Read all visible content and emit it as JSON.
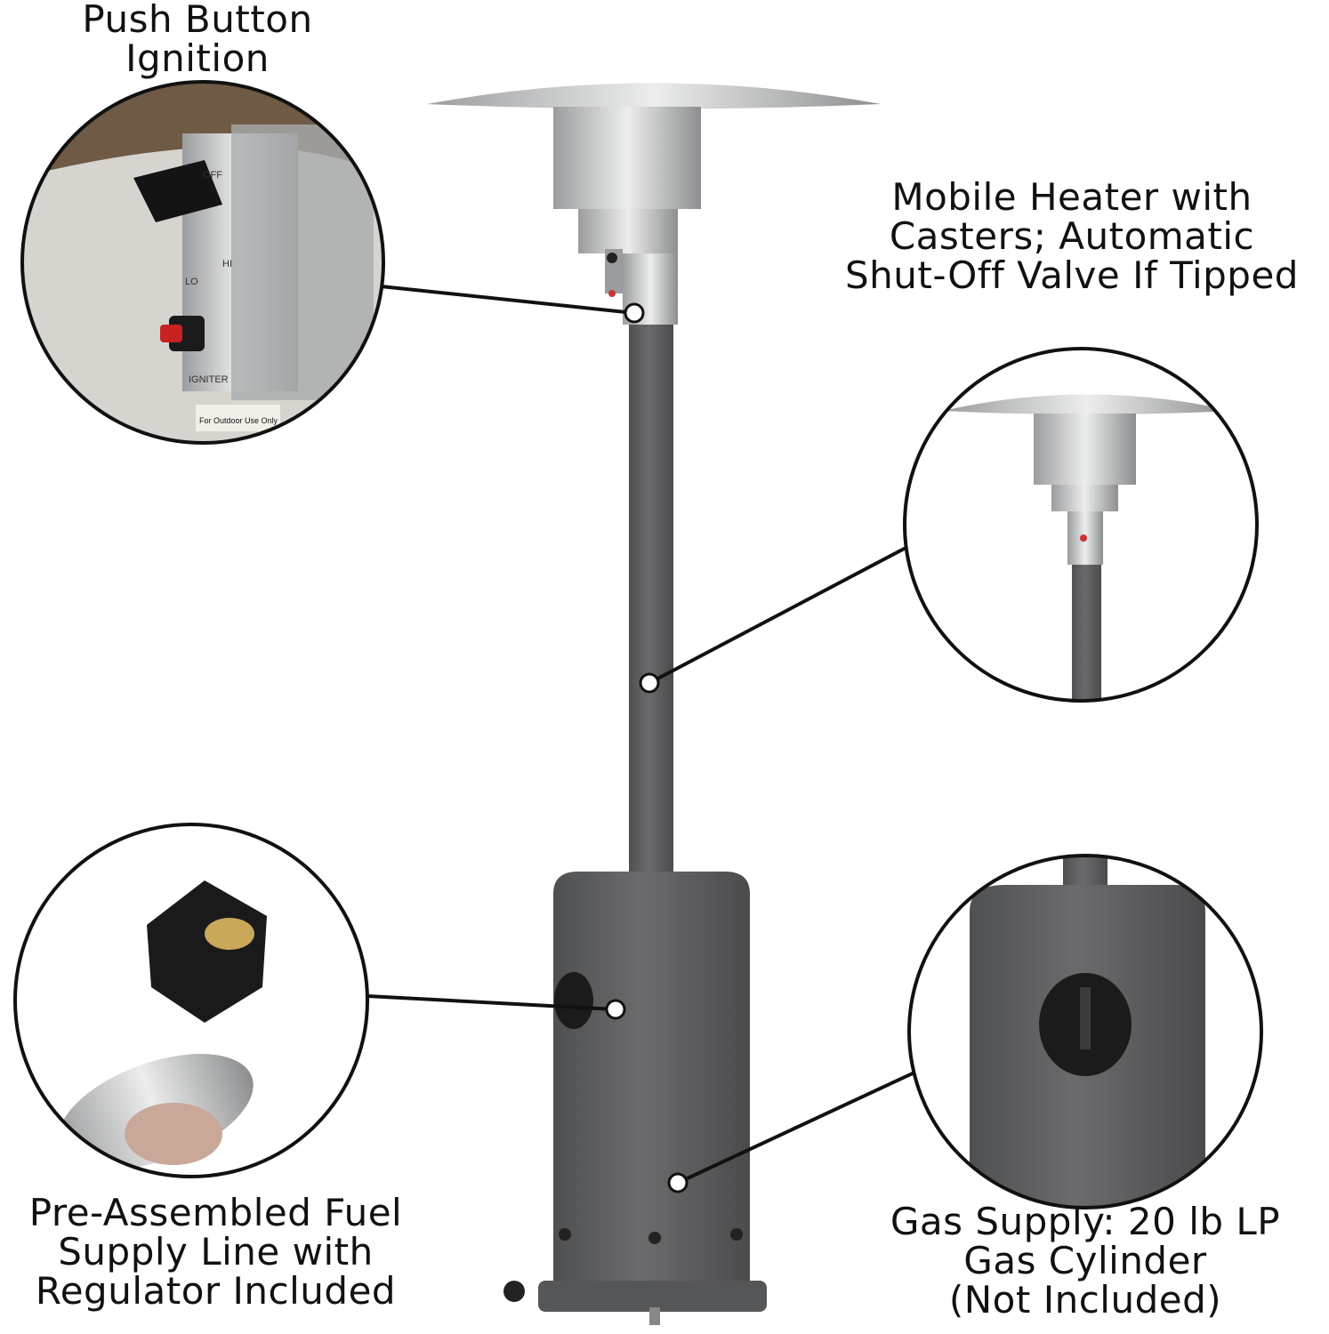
{
  "callouts": {
    "ignition": {
      "lines": [
        "Push Button",
        "Ignition"
      ]
    },
    "mobile": {
      "lines": [
        "Mobile Heater with",
        "Casters; Automatic",
        "Shut-Off Valve If Tipped"
      ]
    },
    "fuel_line": {
      "lines": [
        "Pre-Assembled Fuel",
        "Supply Line with",
        "Regulator Included"
      ]
    },
    "gas_supply": {
      "lines": [
        "Gas Supply: 20 lb LP",
        "Gas Cylinder",
        "(Not Included)"
      ]
    }
  },
  "inset_labels": {
    "off": "OFF",
    "lo": "LO",
    "hi": "HI",
    "igniter": "IGNITER",
    "sticker": "For Outdoor Use Only"
  },
  "colors": {
    "body": "#5f6062",
    "steel": "#c9cbcd",
    "line": "#111111"
  }
}
